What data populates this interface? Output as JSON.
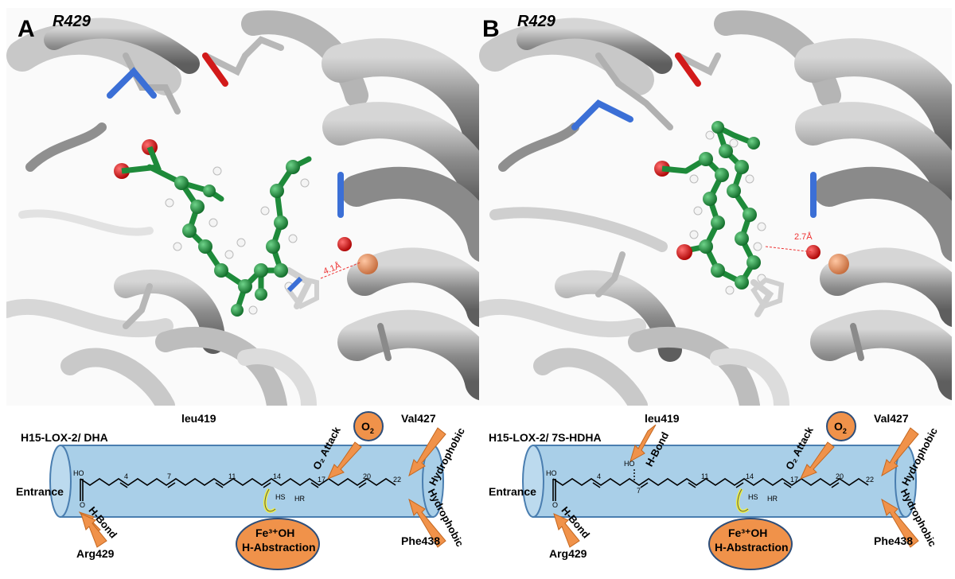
{
  "panels": [
    {
      "letter": "A",
      "residue": "R429",
      "distance": "4.1Å"
    },
    {
      "letter": "B",
      "residue": "R429",
      "distance": "2.7Å"
    }
  ],
  "schemes": [
    {
      "title": "H15-LOX-2/ DHA",
      "leu": "leu419",
      "val": "Val427",
      "phe": "Phe438",
      "arg": "Arg429",
      "entrance": "Entrance",
      "o2": "O",
      "o2_sub": "2",
      "o2_attack": "O₂ Attack",
      "hydrophobic": "Hydrophobic",
      "hbond": "H-Bond",
      "fe_line1": "Fe³⁺OH",
      "fe_line2": "H-Abstraction",
      "positions": [
        "4",
        "7",
        "11",
        "14",
        "17",
        "20",
        "22"
      ],
      "hs": "HS",
      "hr": "HR",
      "ho": "HO",
      "o": "O"
    },
    {
      "title": "H15-LOX-2/ 7S-HDHA",
      "leu": "leu419",
      "val": "Val427",
      "phe": "Phe438",
      "arg": "Arg429",
      "entrance": "Entrance",
      "o2": "O",
      "o2_sub": "2",
      "o2_attack": "O₂ Attack",
      "hydrophobic": "Hydrophobic",
      "hbond": "H-Bond",
      "fe_line1": "Fe³⁺OH",
      "fe_line2": "H-Abstraction",
      "positions": [
        "4",
        "7",
        "11",
        "14",
        "17",
        "20",
        "22"
      ],
      "hs": "HS",
      "hr": "HR",
      "ho": "HO",
      "o": "O",
      "hydroxyl": "HO"
    }
  ],
  "colors": {
    "tube": "#a9cfe8",
    "tube_stroke": "#4a7eb0",
    "arrow": "#f0924a",
    "arrow_stroke": "#c4671f",
    "ligand": "#1e8a3a",
    "oxygen": "#e0191d",
    "iron": "#e89266",
    "protein": "#9a9a9a"
  }
}
